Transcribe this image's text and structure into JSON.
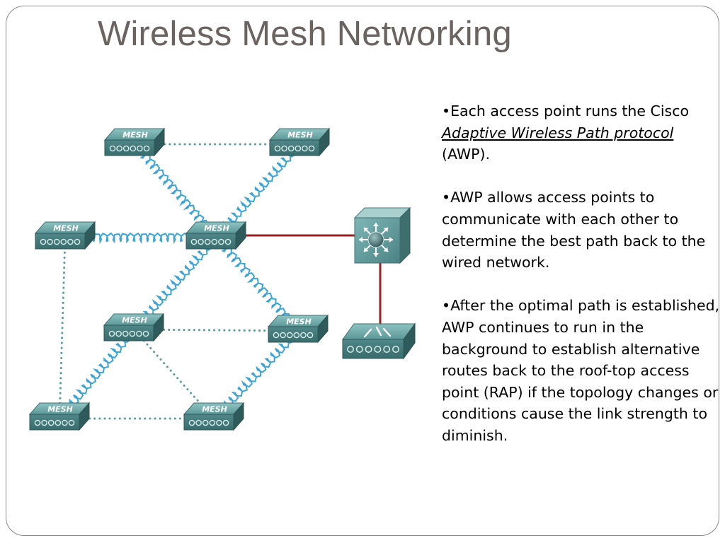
{
  "slide": {
    "title": "Wireless Mesh Networking"
  },
  "diagram": {
    "device_label": "MESH",
    "colors": {
      "device": "#4f8788",
      "wireless_link": "#3da4d8",
      "dotted_link": "#5a9a9a",
      "wired_link": "#9c1f22"
    }
  },
  "bullets": [
    {
      "prefix": "•Each access point runs the Cisco ",
      "link": "Adaptive Wireless Path protocol",
      "suffix": " (AWP)."
    },
    {
      "text": "•AWP allows access points to communicate with each other to determine the best path back to the wired network."
    },
    {
      "text": "•After the optimal path is established, AWP continues to run in the background to establish alternative routes back to the roof-top access point (RAP) if the topology changes or conditions cause the link strength to diminish."
    }
  ]
}
